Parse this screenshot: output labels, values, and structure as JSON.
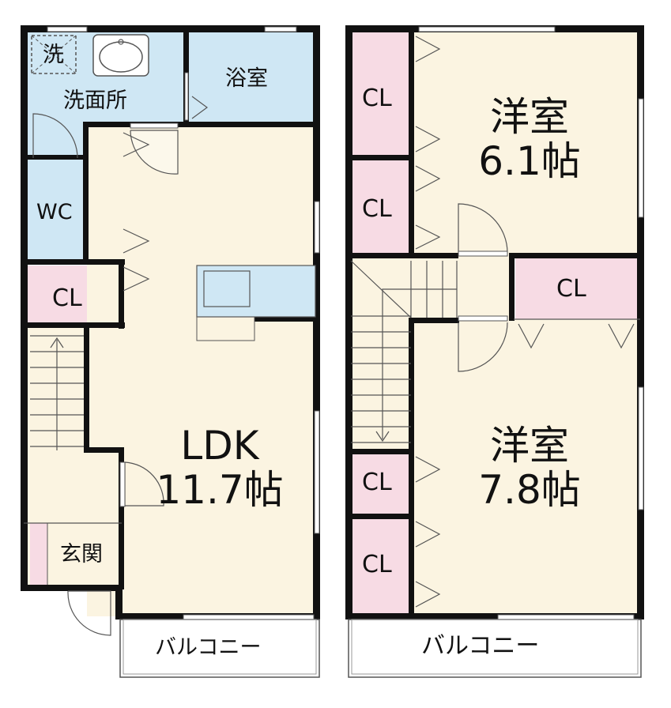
{
  "rooms": {
    "washer": "洗",
    "washroom": "洗面所",
    "bathroom": "浴室",
    "wc": "WC",
    "closet_left": "CL",
    "entrance": "玄関",
    "ldk_name": "LDK",
    "ldk_size": "11.7帖",
    "bedroom1_name": "洋室",
    "bedroom1_size": "6.1帖",
    "bedroom2_name": "洋室",
    "bedroom2_size": "7.8帖",
    "closet_r1": "CL",
    "closet_r2": "CL",
    "closet_r3": "CL",
    "closet_r4": "CL",
    "closet_r5": "CL",
    "balcony_left": "バルコニー",
    "balcony_right": "バルコニー"
  },
  "colors": {
    "wall": "#111111",
    "living_floor": "#fbf4e1",
    "wet_area": "#cfe7f4",
    "closet": "#f7dbe4",
    "line": "#555555"
  }
}
